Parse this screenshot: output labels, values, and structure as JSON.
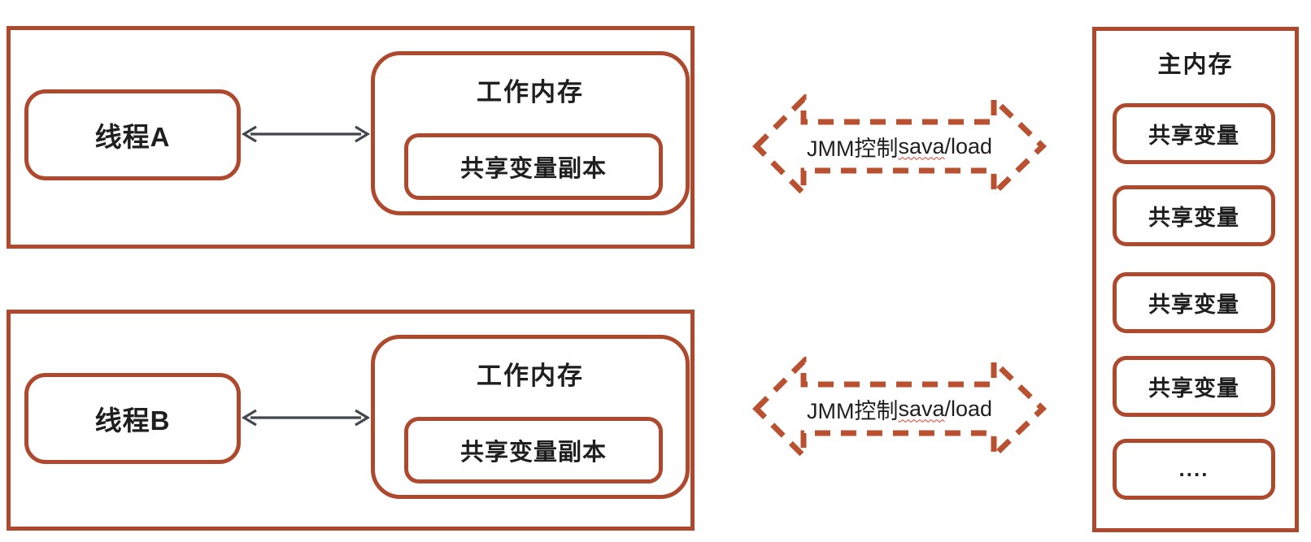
{
  "threads": [
    {
      "name": "线程A",
      "working_memory_title": "工作内存",
      "shared_copy_label": "共享变量副本",
      "jmm_label": {
        "prefix": "JMM控制",
        "misspelled": "sava",
        "suffix": "/load"
      }
    },
    {
      "name": "线程B",
      "working_memory_title": "工作内存",
      "shared_copy_label": "共享变量副本",
      "jmm_label": {
        "prefix": "JMM控制",
        "misspelled": "sava",
        "suffix": "/load"
      }
    }
  ],
  "main_memory": {
    "title": "主内存",
    "slots": [
      {
        "label": "共享变量"
      },
      {
        "label": "共享变量"
      },
      {
        "label": "共享变量"
      },
      {
        "label": "共享变量"
      },
      {
        "label": "...."
      }
    ]
  },
  "colors": {
    "box_border": "#AE492D",
    "dashed_arrow": "#B9502F",
    "connector_arrow": "#41474D",
    "text": "#1F1F1F",
    "spellcheck_underline": "#E03A2A",
    "background": "#FFFFFF"
  }
}
